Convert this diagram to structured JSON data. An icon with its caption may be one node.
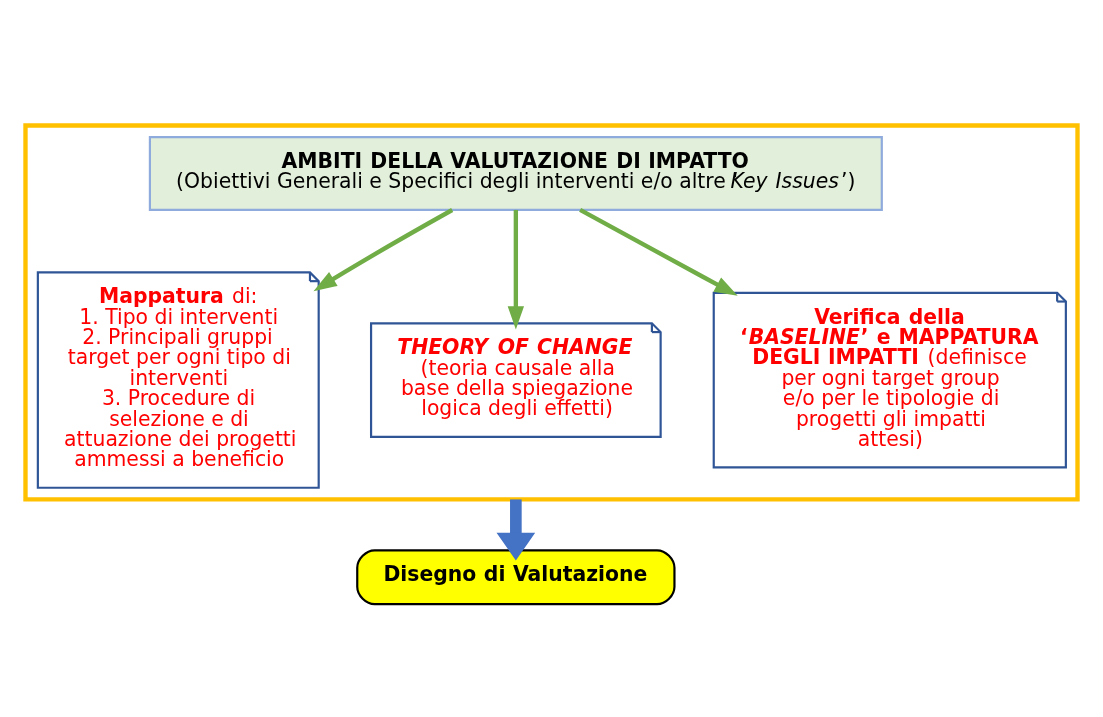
{
  "diagram": {
    "nodes": [
      {
        "text": [],
        "shape": "box"
      },
      {
        "text": [
          "AMBITI DELLA VALUTAZIONE DI IMPATTO",
          "(Obiettivi Generali e Specifici degli interventi e/o altre ‘*Key Issues*’)"
        ],
        "in": 0
      },
      {
        "text": [
          "**Mappatura** di:",
          "1. Tipo di interventi",
          "2. Principali gruppi target per ogni tipo di interventi",
          "3. Procedure di selezione e di attuazione dei progetti ammessi a beneficio"
        ],
        "in": 0
      },
      {
        "text": [
          "THEORY OF CHANGE",
          "(teoria causale alla base della spiegazione logica degli effetti)"
        ],
        "in": 0
      },
      {
        "text": [
          "**Verifica della ‘*BASELINE*’ e MAPPATURA DEGLI IMPATTI** (definisce per ogni target group e/o per le tipologie di progetti gli impatti attesi)"
        ],
        "in": 0
      },
      {
        "text": [
          "Disegno di Valutazione"
        ]
      }
    ],
    "edges": [
      {
        "from": 1,
        "to": 2,
        "arrow": "to"
      },
      {
        "from": 1,
        "to": 3,
        "arrow": "to"
      },
      {
        "from": 1,
        "to": 4,
        "arrow": "to"
      },
      {
        "from": 0,
        "to": 5,
        "arrow": "to",
        "style": "thick",
        "color": "#4472c4"
      }
    ]
  }
}
